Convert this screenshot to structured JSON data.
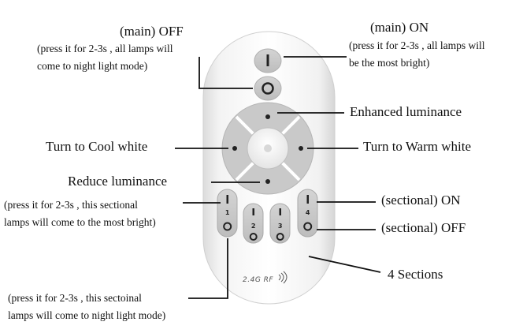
{
  "labels": {
    "main_off_title": "(main) OFF",
    "main_off_desc_1": "(press it for 2-3s , all lamps will",
    "main_off_desc_2": "come to night light mode)",
    "main_on_title": "(main) ON",
    "main_on_desc_1": "(press it for 2-3s , all lamps will",
    "main_on_desc_2": "be the most bright)",
    "enhanced": "Enhanced luminance",
    "cool_white": "Turn to Cool white",
    "warm_white": "Turn to Warm white",
    "reduce": "Reduce luminance",
    "section_on_desc_1": "(press it for 2-3s , this sectional",
    "section_on_desc_2": "lamps will come to the most bright)",
    "sectional_on": "(sectional) ON",
    "sectional_off": "(sectional) OFF",
    "four_sections": "4 Sections",
    "section_off_desc_1": "(press it for 2-3s , this sectoinal",
    "section_off_desc_2": "lamps will come to night light mode)"
  },
  "remote": {
    "logo": "2.4G RF",
    "section_numbers": [
      "1",
      "2",
      "3",
      "4"
    ]
  }
}
